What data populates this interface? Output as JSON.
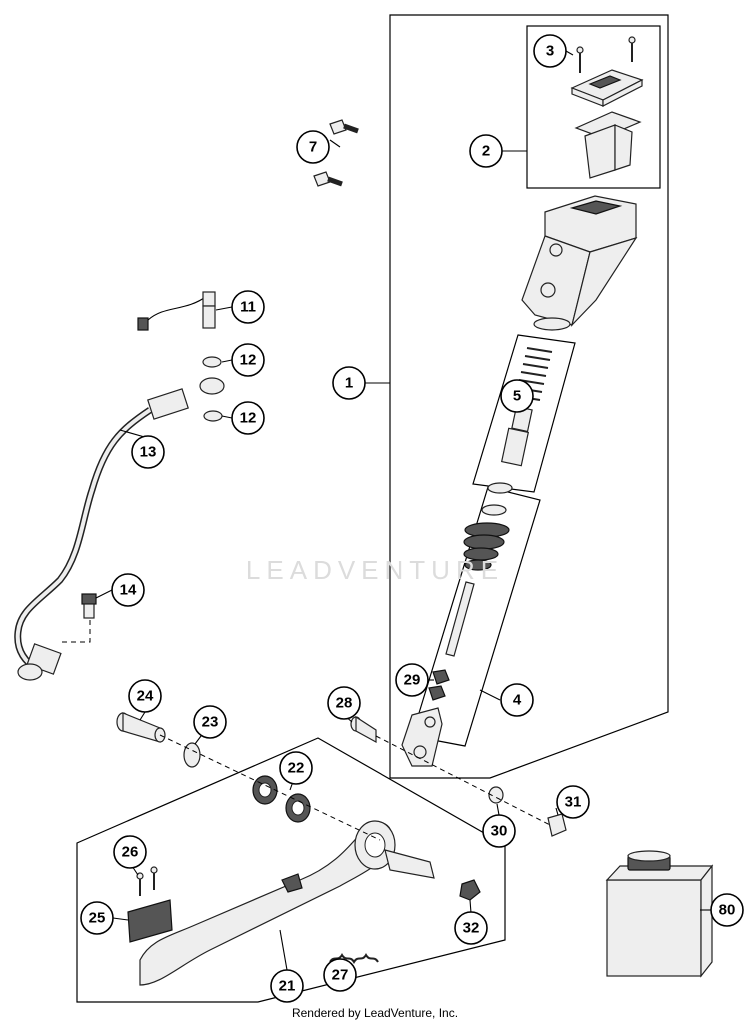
{
  "watermark": "LEADVENTURE",
  "footer": "Rendered by LeadVenture, Inc.",
  "callouts": {
    "c1": "1",
    "c2": "2",
    "c3": "3",
    "c4": "4",
    "c5": "5",
    "c7": "7",
    "c11": "11",
    "c12a": "12",
    "c12b": "12",
    "c13": "13",
    "c14": "14",
    "c21": "21",
    "c22": "22",
    "c23": "23",
    "c24": "24",
    "c25": "25",
    "c26": "26",
    "c27": "27",
    "c28": "28",
    "c29": "29",
    "c30": "30",
    "c31": "31",
    "c32": "32",
    "c80": "80"
  }
}
